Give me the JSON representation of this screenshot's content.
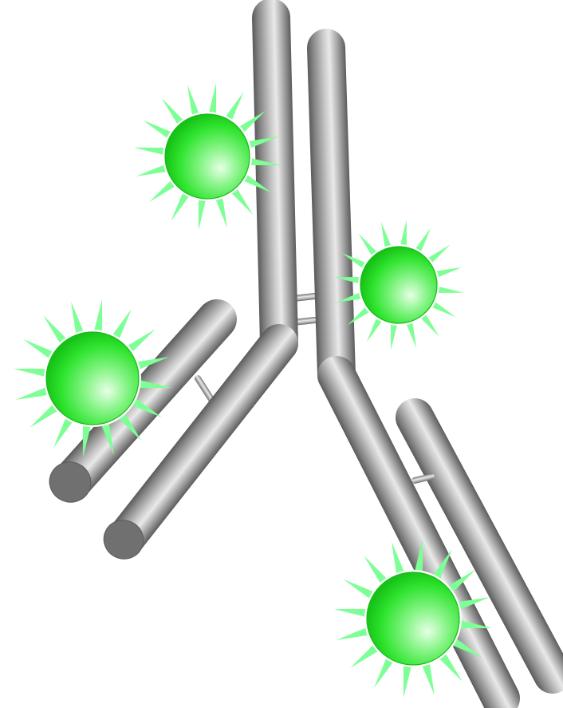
{
  "figure": {
    "subject": "antibody",
    "labels": [],
    "colors": {
      "background": "#ffffff",
      "heavy_chain": "#8f8f8f",
      "light_chain": "#8f8f8f",
      "fluorophore_core": "#22e022",
      "fluorophore_highlight": "#e6ffe6",
      "fluorophore_rays": "#7dff96"
    },
    "parts": {
      "heavy_chains": 2,
      "light_chains": 2,
      "disulfide_bonds": 4,
      "fluorophores": 4
    },
    "icons": [
      "antibody-icon",
      "fluorophore-icon"
    ]
  }
}
